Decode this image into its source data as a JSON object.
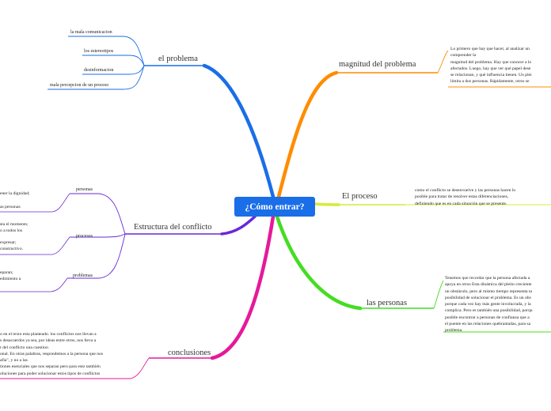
{
  "center": {
    "label": "¿Cómo entrar?"
  },
  "branches": {
    "problema": {
      "label": "el problema",
      "leaves": [
        "la mala comunicacion",
        "los estereotipos",
        "desinformacion",
        "mala percepcion de un proceso"
      ]
    },
    "magnitud": {
      "label": "magnitud del problema",
      "note": [
        "Lo primero que hay que hacer, al analizar un",
        "comprender la",
        "magnitud del problema. Hay que conocer a lo",
        "afectados. Luego, hay que ver qué papel dese",
        "se relacionan, y qué influencia tienen. Un plei",
        "limita a dos personas. Rápidamente, otros se"
      ]
    },
    "proceso": {
      "label": "El proceso",
      "note": [
        "como el conflicto se desenvuelve y las personas hacen lo",
        "posible para tratar de resolver estas diferenciaciones,",
        "definiendo que es en cada situación que se presente."
      ]
    },
    "estructura": {
      "label": "Estructura del conflicto",
      "subs": [
        {
          "label": "personas",
          "text": [
            "ener la dignidad;",
            "as personas"
          ]
        },
        {
          "label": "procesos",
          "text": [
            "sta el momento;",
            "o a todos los",
            "expresar;",
            "constructivo."
          ]
        },
        {
          "label": "problemas",
          "text": [
            "eparan;",
            "edimiento a"
          ]
        }
      ]
    },
    "personas": {
      "label": "las personas",
      "note": [
        "Tenemos que recordar que la persona afectada a",
        "apoya en otros Esta dinámica del pleito creciente",
        "un obstáculo, pero al mismo tiempo representa ta",
        "posibilidad de solucionar el problema. Es un obs",
        "porque cada vez hay más gente involucrada, y la",
        "complica. Pero es también una posibilidad, porqu",
        "posible encontrar a personas de confianza que a",
        "el puente en las relaciones quebrantadas, para sa",
        "problema."
      ]
    },
    "conclusiones": {
      "label": "conclusiones",
      "note": [
        "o en el texto esta planteado. los conflictos nos llevan a",
        "s desacuerdos ya sea, por ideas entre otros, nos lleva a",
        "r del conflicto una cuestion",
        "onal. En otras palabras, respondemos a la persona que nos",
        "afia\", y no a las",
        "tiones esenciales que nos separan pero para esto también",
        "oluciones para poder solucionar estos tipos de conflictos"
      ]
    }
  },
  "colors": {
    "center": "#1a6ee8",
    "problema": "#1a6ee8",
    "magnitud": "#ff8c00",
    "proceso": "#d4ec3a",
    "personas": "#44dd22",
    "conclusiones": "#e6199a",
    "estructura": "#6a28d8"
  }
}
